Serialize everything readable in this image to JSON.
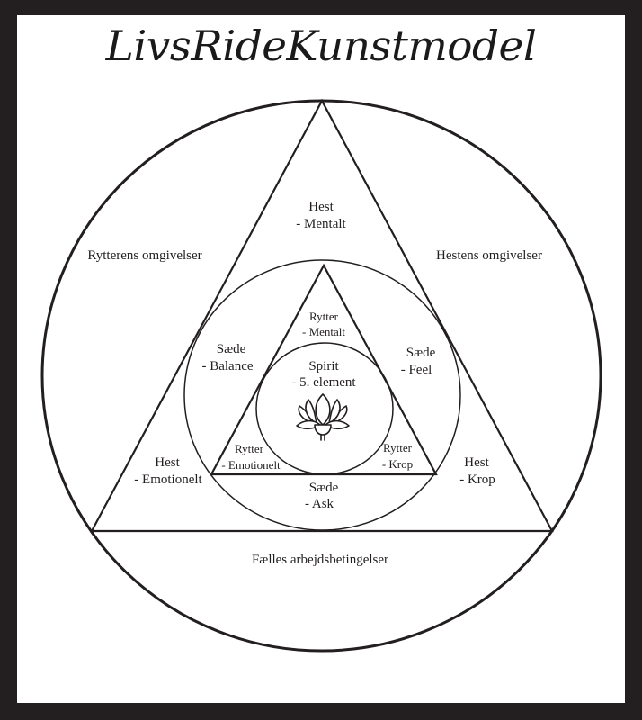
{
  "title": "LivsRideKunstmodel",
  "colors": {
    "frame": "#231f20",
    "background": "#ffffff",
    "ink": "#231f20"
  },
  "outer_regions": {
    "rider_surroundings": "Rytterens omgivelser",
    "horse_surroundings": "Hestens omgivelser",
    "shared_conditions": "Fælles arbejdsbetingelser"
  },
  "horse": {
    "mental": {
      "line1": "Hest",
      "line2": "- Mentalt"
    },
    "emotional": {
      "line1": "Hest",
      "line2": "- Emotionelt"
    },
    "body": {
      "line1": "Hest",
      "line2": "- Krop"
    }
  },
  "seat": {
    "balance": {
      "line1": "Sæde",
      "line2": "- Balance"
    },
    "feel": {
      "line1": "Sæde",
      "line2": "- Feel"
    },
    "ask": {
      "line1": "Sæde",
      "line2": "- Ask"
    }
  },
  "rider": {
    "mental": {
      "line1": "Rytter",
      "line2": "- Mentalt"
    },
    "emotional": {
      "line1": "Rytter",
      "line2": "- Emotionelt"
    },
    "body": {
      "line1": "Rytter",
      "line2": "- Krop"
    }
  },
  "center": {
    "line1": "Spirit",
    "line2": "- 5. element",
    "icon": "lotus-icon"
  }
}
